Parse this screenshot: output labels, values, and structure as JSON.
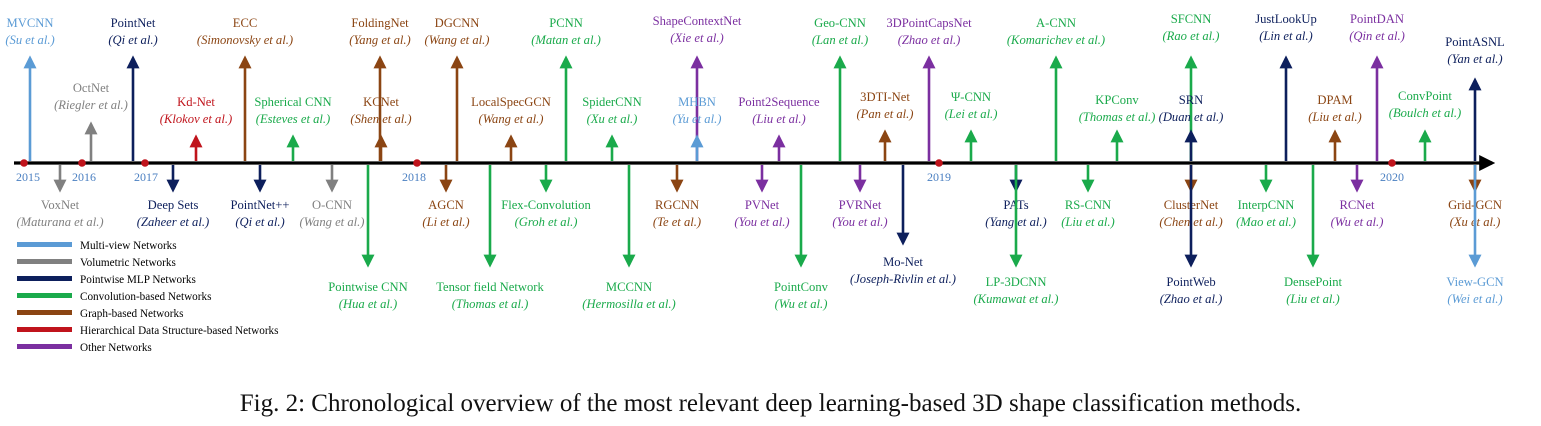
{
  "colors": {
    "multiview": "#5b9bd5",
    "volumetric": "#808080",
    "pointwise": "#0d1f5c",
    "convolution": "#1aaa4b",
    "graph": "#8b4513",
    "hierarchical": "#c0141c",
    "other": "#7b2fa0",
    "axis": "#000000",
    "year": "#4a7fc1"
  },
  "years": [
    "2015",
    "2016",
    "2017",
    "2018",
    "2019",
    "2020"
  ],
  "legend": [
    {
      "label": "Multi-view Networks",
      "cat": "multiview"
    },
    {
      "label": "Volumetric Networks",
      "cat": "volumetric"
    },
    {
      "label": "Pointwise MLP Networks",
      "cat": "pointwise"
    },
    {
      "label": "Convolution-based Networks",
      "cat": "convolution"
    },
    {
      "label": "Graph-based Networks",
      "cat": "graph"
    },
    {
      "label": "Hierarchical Data Structure-based Networks",
      "cat": "hierarchical"
    },
    {
      "label": "Other Networks",
      "cat": "other"
    }
  ],
  "methods": [
    {
      "name": "MVCNN",
      "author": "Su et al.",
      "cat": "multiview"
    },
    {
      "name": "VoxNet",
      "author": "Maturana et al.",
      "cat": "volumetric"
    },
    {
      "name": "OctNet",
      "author": "Riegler et al.",
      "cat": "volumetric"
    },
    {
      "name": "PointNet",
      "author": "Qi et al.",
      "cat": "pointwise"
    },
    {
      "name": "Deep Sets",
      "author": "Zaheer et al.",
      "cat": "pointwise"
    },
    {
      "name": "Kd-Net",
      "author": "Klokov et al.",
      "cat": "hierarchical"
    },
    {
      "name": "ECC",
      "author": "Simonovsky  et al.",
      "cat": "graph"
    },
    {
      "name": "PointNet++",
      "author": "Qi et al.",
      "cat": "pointwise"
    },
    {
      "name": "Spherical CNN",
      "author": "Esteves et al.",
      "cat": "convolution"
    },
    {
      "name": "O-CNN",
      "author": "Wang  et al.",
      "cat": "volumetric"
    },
    {
      "name": "Pointwise CNN",
      "author": "Hua et al.",
      "cat": "convolution"
    },
    {
      "name": "FoldingNet",
      "author": "Yang et al.",
      "cat": "graph"
    },
    {
      "name": "KCNet",
      "author": "Shen et al.",
      "cat": "graph"
    },
    {
      "name": "AGCN",
      "author": "Li et al.",
      "cat": "graph"
    },
    {
      "name": "DGCNN",
      "author": "Wang et al.",
      "cat": "graph"
    },
    {
      "name": "Tensor field Network",
      "author": "Thomas et al.",
      "cat": "convolution"
    },
    {
      "name": "LocalSpecGCN",
      "author": "Wang et al.",
      "cat": "graph"
    },
    {
      "name": "Flex-Convolution",
      "author": "Groh et al.",
      "cat": "convolution"
    },
    {
      "name": "PCNN",
      "author": "Matan et al.",
      "cat": "convolution"
    },
    {
      "name": "SpiderCNN",
      "author": "Xu et al.",
      "cat": "convolution"
    },
    {
      "name": "MCCNN",
      "author": "Hermosilla et al.",
      "cat": "convolution"
    },
    {
      "name": "RGCNN",
      "author": "Te et al.",
      "cat": "graph"
    },
    {
      "name": "ShapeContextNet",
      "author": "Xie et al.",
      "cat": "other"
    },
    {
      "name": "MHBN",
      "author": "Yu et al.",
      "cat": "multiview"
    },
    {
      "name": "PVNet",
      "author": "You et al.",
      "cat": "other"
    },
    {
      "name": "Point2Sequence",
      "author": "Liu et al.",
      "cat": "other"
    },
    {
      "name": "PointConv",
      "author": "Wu et al.",
      "cat": "convolution"
    },
    {
      "name": "Geo-CNN",
      "author": "Lan et al.",
      "cat": "convolution"
    },
    {
      "name": "PVRNet",
      "author": "You et al.",
      "cat": "other"
    },
    {
      "name": "3DTI-Net",
      "author": "Pan et al.",
      "cat": "graph"
    },
    {
      "name": "Mo-Net",
      "author": "Joseph-Rivlin et al.",
      "cat": "pointwise"
    },
    {
      "name": "3DPointCapsNet",
      "author": "Zhao et al.",
      "cat": "other"
    },
    {
      "name": "Ψ-CNN",
      "author": "Lei et al.",
      "cat": "convolution"
    },
    {
      "name": "PATs",
      "author": "Yang et al.",
      "cat": "pointwise"
    },
    {
      "name": "LP-3DCNN",
      "author": "Kumawat et al.",
      "cat": "convolution"
    },
    {
      "name": "A-CNN",
      "author": "Komarichev et al.",
      "cat": "convolution"
    },
    {
      "name": "RS-CNN",
      "author": "Liu et al.",
      "cat": "convolution"
    },
    {
      "name": "KPConv",
      "author": "Thomas et al.",
      "cat": "convolution"
    },
    {
      "name": "SFCNN",
      "author": "Rao et al.",
      "cat": "convolution"
    },
    {
      "name": "SRN",
      "author": "Duan et al.",
      "cat": "pointwise"
    },
    {
      "name": "ClusterNet",
      "author": "Chen et al.",
      "cat": "graph"
    },
    {
      "name": "PointWeb",
      "author": "Zhao et al.",
      "cat": "pointwise"
    },
    {
      "name": "InterpCNN",
      "author": "Mao et al.",
      "cat": "convolution"
    },
    {
      "name": "JustLookUp",
      "author": "Lin et al.",
      "cat": "pointwise"
    },
    {
      "name": "DensePoint",
      "author": "Liu et al.",
      "cat": "convolution"
    },
    {
      "name": "DPAM",
      "author": "Liu et al.",
      "cat": "graph"
    },
    {
      "name": "RCNet",
      "author": "Wu et al.",
      "cat": "other"
    },
    {
      "name": "PointDAN",
      "author": "Qin et al.",
      "cat": "other"
    },
    {
      "name": "ConvPoint",
      "author": "Boulch et al.",
      "cat": "convolution"
    },
    {
      "name": "PointASNL",
      "author": "Yan et al.",
      "cat": "pointwise"
    },
    {
      "name": "Grid-GCN",
      "author": "Xu et al.",
      "cat": "graph"
    },
    {
      "name": "View-GCN",
      "author": "Wei et al.",
      "cat": "multiview"
    }
  ],
  "caption": "Fig. 2: Chronological overview of the most relevant deep learning-based 3D shape classification methods."
}
